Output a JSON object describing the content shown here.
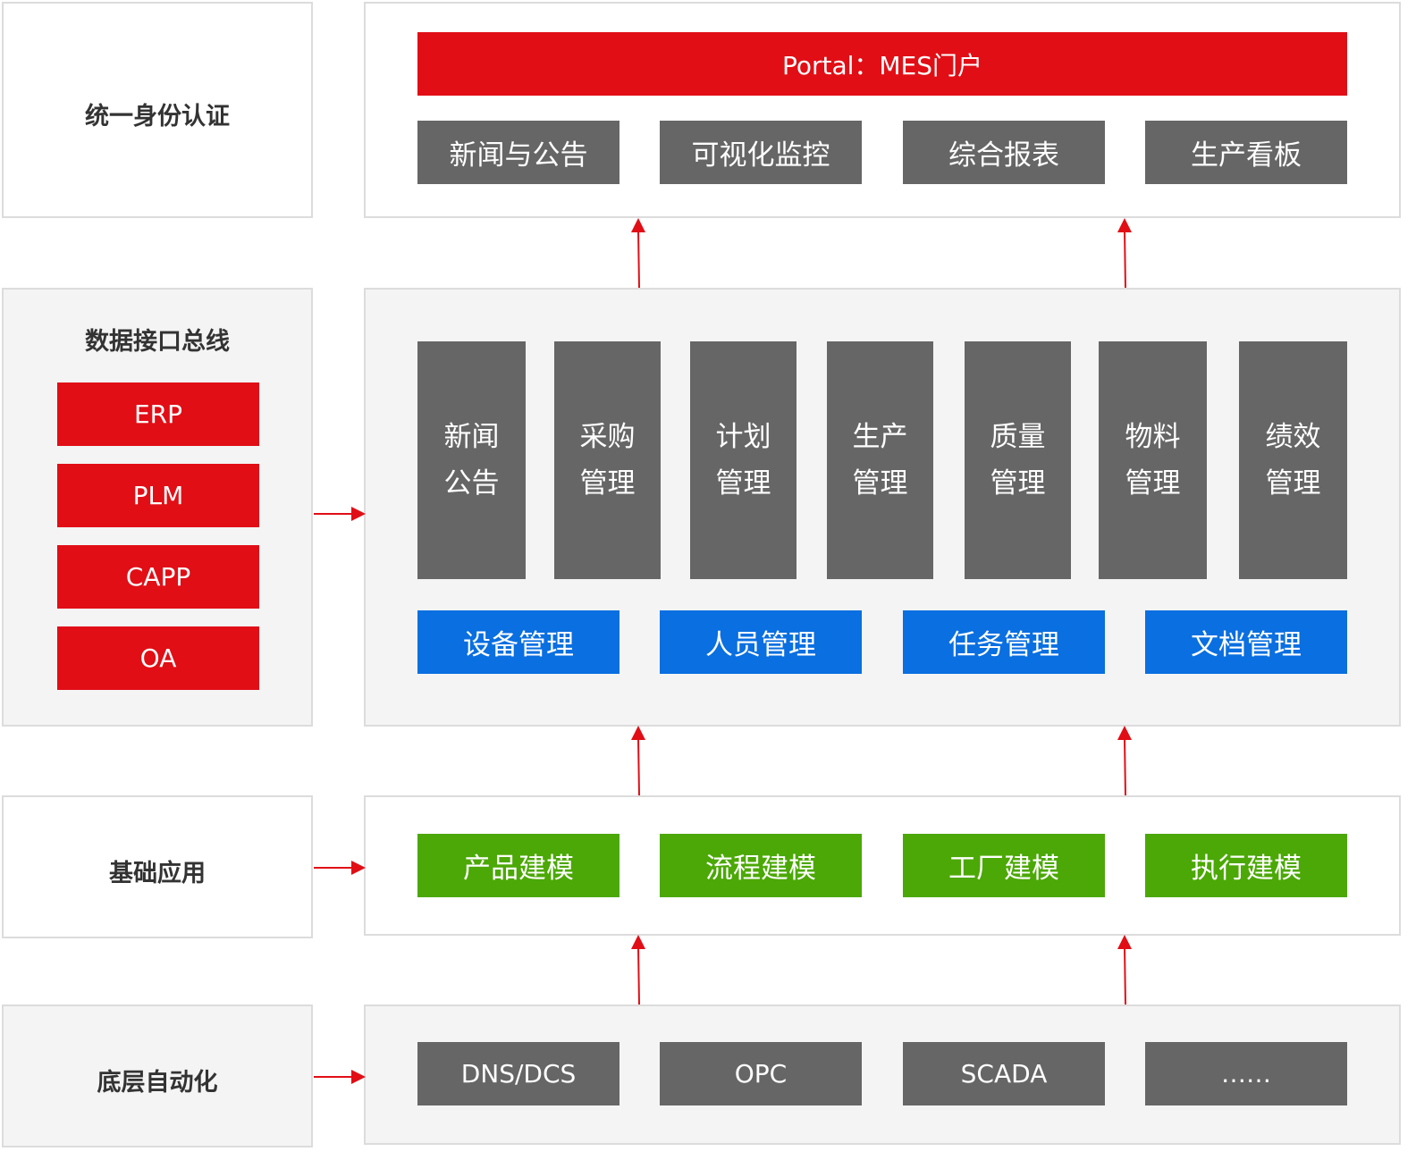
{
  "side": {
    "identity": "统一身份认证",
    "bus": {
      "title": "数据接口总线",
      "items": [
        "ERP",
        "PLM",
        "CAPP",
        "OA"
      ]
    },
    "base": "基础应用",
    "automation": "底层自动化"
  },
  "portal": {
    "banner": "Portal：MES门户",
    "items": [
      "新闻与公告",
      "可视化监控",
      "综合报表",
      "生产看板"
    ]
  },
  "modules": {
    "columns": [
      [
        "新闻",
        "公告"
      ],
      [
        "采购",
        "管理"
      ],
      [
        "计划",
        "管理"
      ],
      [
        "生产",
        "管理"
      ],
      [
        "质量",
        "管理"
      ],
      [
        "物料",
        "管理"
      ],
      [
        "绩效",
        "管理"
      ]
    ],
    "services": [
      "设备管理",
      "人员管理",
      "任务管理",
      "文档管理"
    ]
  },
  "base_apps": [
    "产品建模",
    "流程建模",
    "工厂建模",
    "执行建模"
  ],
  "automation": [
    "DNS/DCS",
    "OPC",
    "SCADA",
    "……"
  ],
  "colors": {
    "red": "#e10e16",
    "dark": "#666666",
    "blue": "#0a6fe0",
    "green": "#4ba806",
    "panel_grey": "#f4f4f4"
  }
}
